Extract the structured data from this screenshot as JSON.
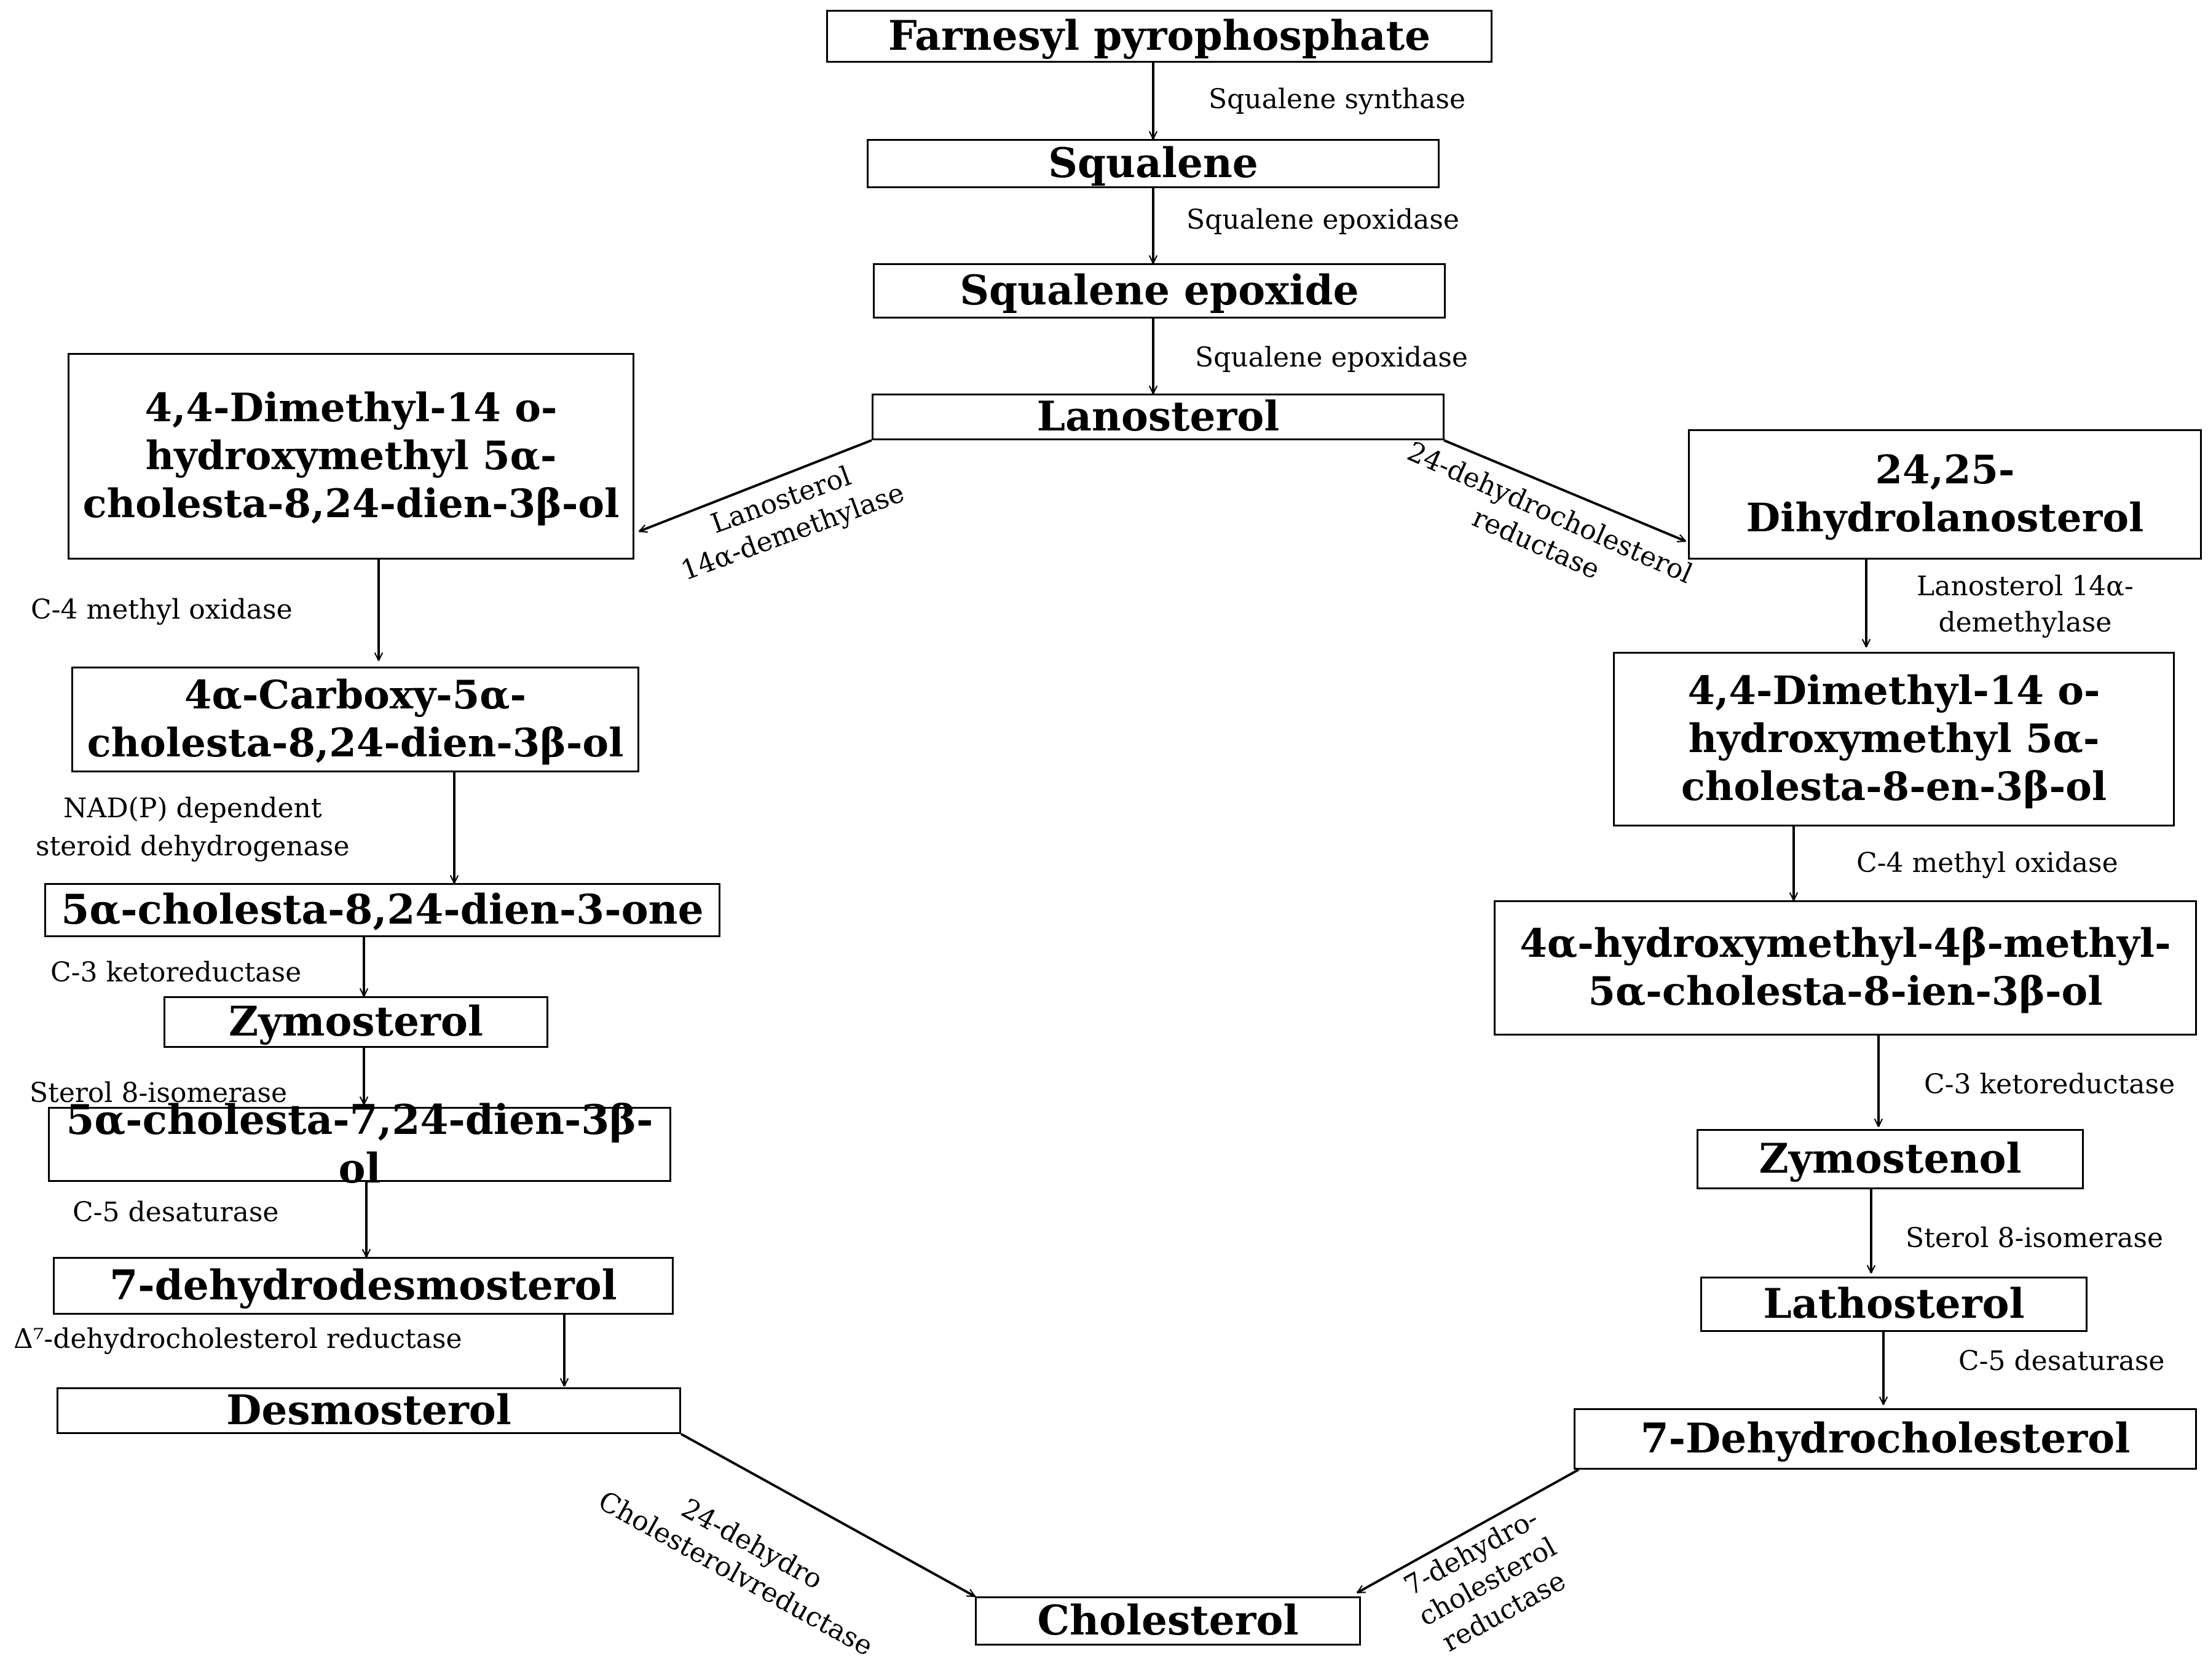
{
  "nodes": {
    "farnesyl": "Farnesyl pyrophosphate",
    "squalene": "Squalene",
    "squalene_epoxide": "Squalene epoxide",
    "lanosterol": "Lanosterol",
    "left_1": "4,4-Dimethyl-14 o-\nhydroxymethyl 5α-\ncholesta-8,24-dien-3β-ol",
    "left_2": "4α-Carboxy-5α-\ncholesta-8,24-dien-3β-ol",
    "left_3": "5α-cholesta-8,24-dien-3-one",
    "left_4": "Zymosterol",
    "left_5": "5α-cholesta-7,24-dien-3β-ol",
    "left_6": "7-dehydrodesmosterol",
    "left_7": "Desmosterol",
    "right_1": "24,25-\nDihydrolanosterol",
    "right_2": "4,4-Dimethyl-14 o-\nhydroxymethyl 5α-\ncholesta-8-en-3β-ol",
    "right_3": "4α-hydroxymethyl-4β-methyl-\n5α-cholesta-8-ien-3β-ol",
    "right_4": "Zymostenol",
    "right_5": "Lathosterol",
    "right_6": "7-Dehydrocholesterol",
    "cholesterol": "Cholesterol"
  },
  "enzymes": {
    "squalene_synthase": "Squalene synthase",
    "squalene_epoxidase_1": "Squalene epoxidase",
    "squalene_epoxidase_2": "Squalene epoxidase",
    "lanosterol_demethylase_left": "Lanosterol\n14α-demethylase",
    "dhcr24_right": "24-dehydrocholesterol\nreductase",
    "c4_methyl_oxidase_left": "C-4 methyl oxidase",
    "nadp_dehydrogenase": "NAD(P) dependent\nsteroid dehydrogenase",
    "c3_ketoreductase_left": "C-3 ketoreductase",
    "sterol_isomerase_left": "Sterol 8-isomerase",
    "c5_desaturase_left": "C-5 desaturase",
    "delta7_reductase": "Δ⁷-dehydrocholesterol reductase",
    "dhcr24_bottom": "24-dehydro\nCholesterolvreductase",
    "lanosterol_demethylase_right": "Lanosterol 14α-\ndemethylase",
    "c4_methyl_oxidase_right": "C-4 methyl oxidase",
    "c3_ketoreductase_right": "C-3 ketoreductase",
    "sterol_isomerase_right": "Sterol 8-isomerase",
    "c5_desaturase_right": "C-5 desaturase",
    "dhcr7_bottom": "7-dehydro-\ncholesterol\nreductase"
  }
}
